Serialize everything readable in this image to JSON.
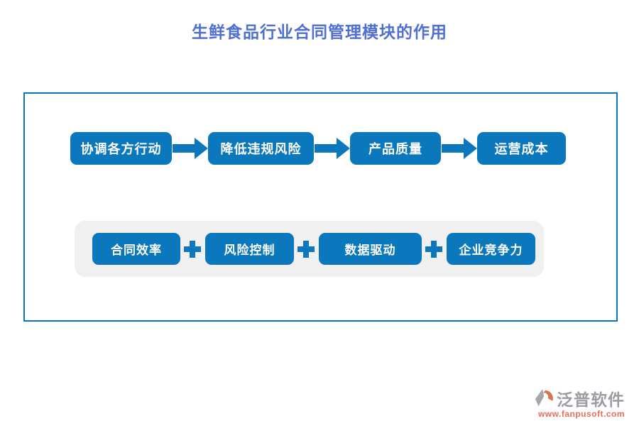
{
  "title": "生鲜食品行业合同管理模块的作用",
  "flow_row": {
    "connector": "arrow-right",
    "steps": [
      {
        "label": "协调各方行动"
      },
      {
        "label": "降低违规风险"
      },
      {
        "label": "产品质量"
      },
      {
        "label": "运营成本"
      }
    ]
  },
  "benefit_row": {
    "connector": "plus",
    "steps": [
      {
        "label": "合同效率"
      },
      {
        "label": "风险控制"
      },
      {
        "label": "数据驱动"
      },
      {
        "label": "企业竞争力"
      }
    ]
  },
  "watermark": {
    "brand": "泛普软件",
    "url": "www.fanpusoft.com"
  },
  "footer": {
    "brand": "泛普软件",
    "url": "www.fanpusoft.com"
  },
  "colors": {
    "title_blue": "#4f6fd4",
    "accent_blue": "#0b78be",
    "panel_border": "#0c74b8",
    "group_bg": "#f0f0f0",
    "logo_gray": "#9c9ca4",
    "logo_orange": "#e5705c"
  }
}
